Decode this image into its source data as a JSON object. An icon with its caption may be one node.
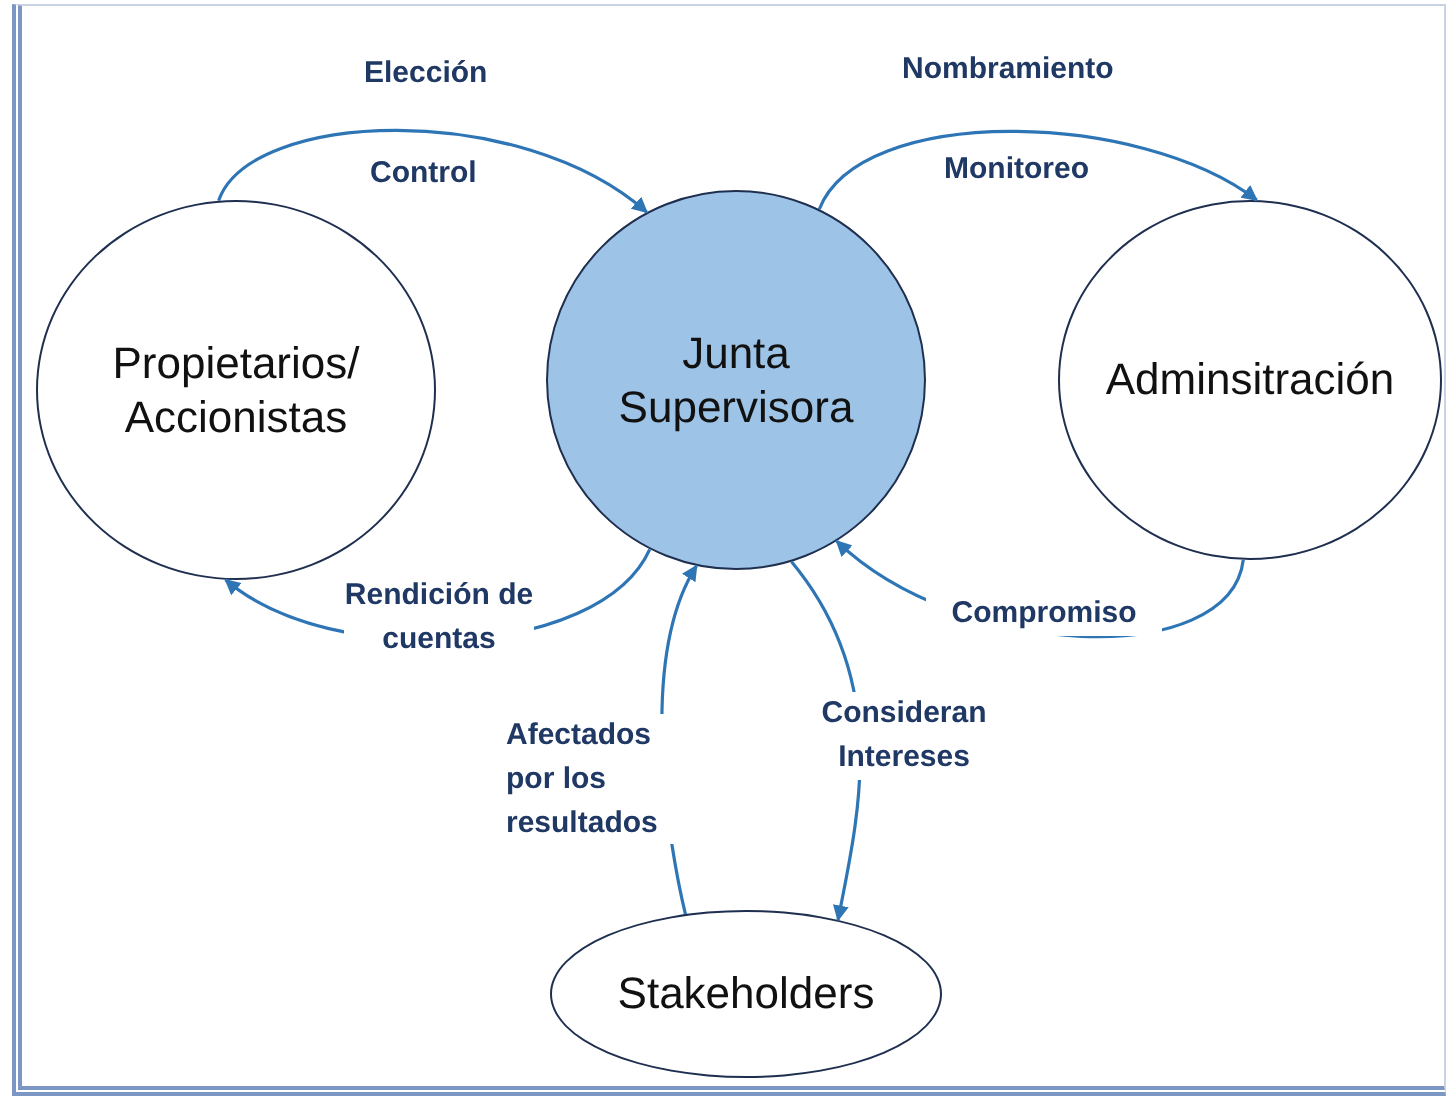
{
  "diagram": {
    "nodes": [
      {
        "text": [
          "Propietarios/ Accionistas"
        ]
      },
      {
        "text": [
          "Junta Supervisora"
        ]
      },
      {
        "text": [
          "Adminsitración"
        ]
      },
      {
        "text": [
          "Stakeholders"
        ]
      }
    ],
    "edges": [
      {
        "from": 0,
        "to": 1,
        "arrow": "to"
      },
      {
        "from": 1,
        "to": 2,
        "arrow": "to"
      },
      {
        "from": 1,
        "to": 0,
        "arrow": "to",
        "label": "Rendición de cuentas"
      },
      {
        "from": 2,
        "to": 1,
        "arrow": "to",
        "label": "Compromiso"
      },
      {
        "from": 3,
        "to": 1,
        "arrow": "to",
        "label": "Afectados por los resultados"
      },
      {
        "from": 1,
        "to": 3,
        "arrow": "to",
        "label": "Consideran Intereses"
      }
    ],
    "labels": [
      "Elección",
      "Control",
      "Nombramiento",
      "Monitoreo"
    ]
  }
}
